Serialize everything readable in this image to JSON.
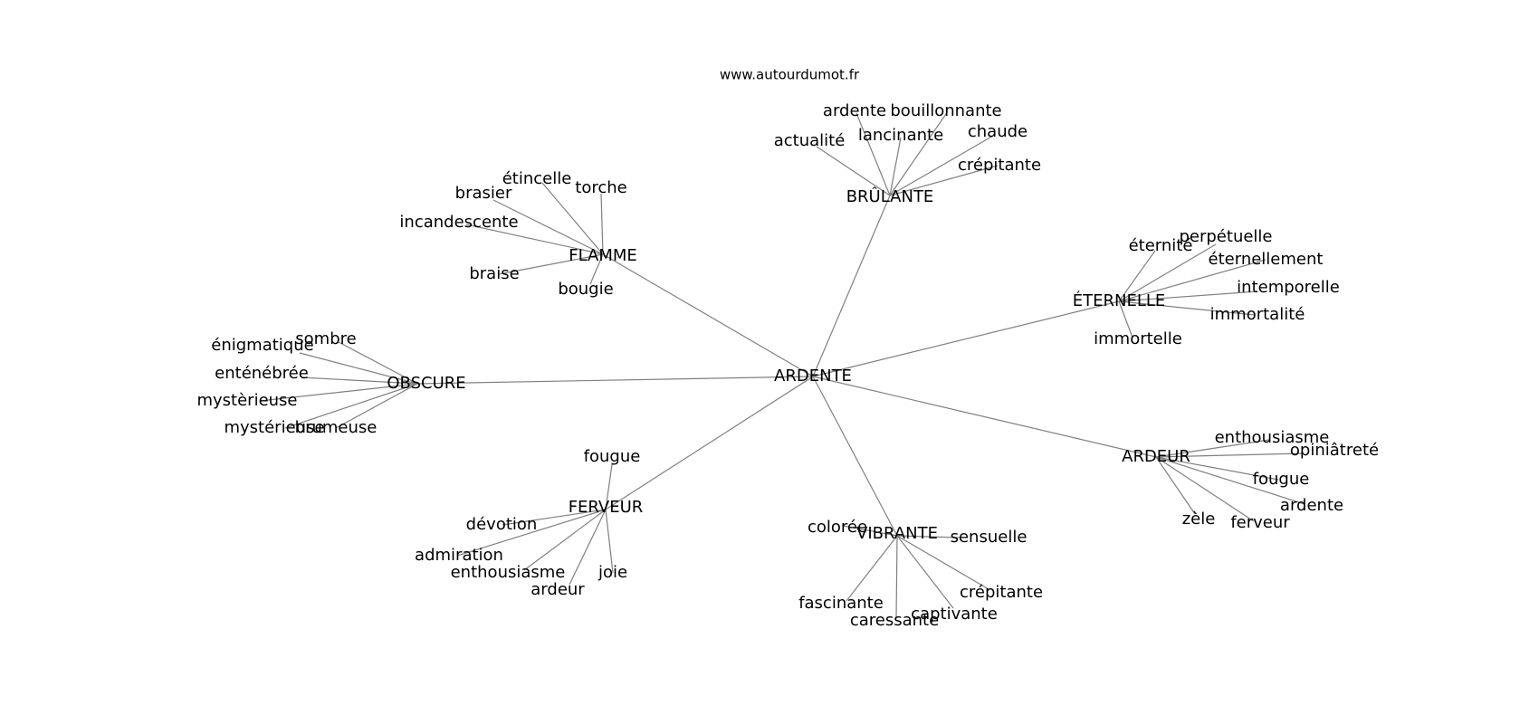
{
  "source_label": "www.autourdumot.fr",
  "center": "ARDENTE",
  "clusters": [
    {
      "hub": "BRÛLANTE",
      "leaves": [
        "ardente",
        "bouillonnante",
        "actualité",
        "lancinante",
        "chaude",
        "crépitante"
      ]
    },
    {
      "hub": "FLAMME",
      "leaves": [
        "étincelle",
        "brasier",
        "torche",
        "incandescente",
        "braise",
        "bougie"
      ]
    },
    {
      "hub": "ÉTERNELLE",
      "leaves": [
        "éternité",
        "perpétuelle",
        "éternellement",
        "intemporelle",
        "immortalité",
        "immortelle"
      ]
    },
    {
      "hub": "OBSCURE",
      "leaves": [
        "énigmatique",
        "sombre",
        "enténébrée",
        "mystèrieuse",
        "mystérieuse",
        "brumeuse"
      ]
    },
    {
      "hub": "ARDEUR",
      "leaves": [
        "enthousiasme",
        "opiniâtreté",
        "fougue",
        "ardente",
        "ferveur",
        "zèle"
      ]
    },
    {
      "hub": "FERVEUR",
      "leaves": [
        "fougue",
        "dévotion",
        "admiration",
        "enthousiasme",
        "ardeur",
        "joie"
      ]
    },
    {
      "hub": "VIBRANTE",
      "leaves": [
        "colorée",
        "sensuelle",
        "crépitante",
        "fascinante",
        "captivante",
        "caressante"
      ]
    }
  ]
}
